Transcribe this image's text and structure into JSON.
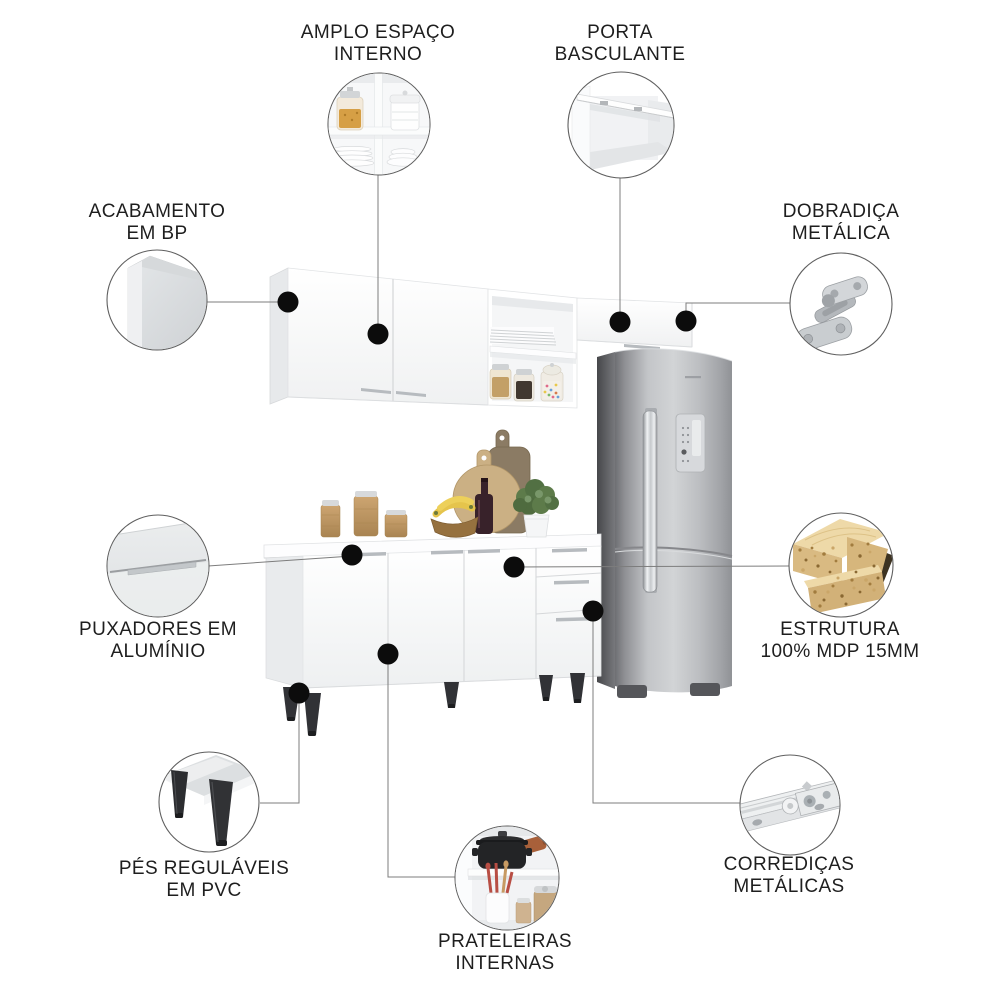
{
  "infographic": {
    "language": "pt-BR",
    "subject": "kitchen-cabinet-set-with-refrigerator"
  },
  "labels": {
    "amplo_espaco": {
      "line1": "AMPLO ESPAÇO",
      "line2": "INTERNO"
    },
    "porta_basculante": {
      "line1": "PORTA",
      "line2": "BASCULANTE"
    },
    "acabamento": {
      "line1": "ACABAMENTO",
      "line2": "EM BP"
    },
    "dobradica": {
      "line1": "DOBRADIÇA",
      "line2": "METÁLICA"
    },
    "puxadores": {
      "line1": "PUXADORES EM",
      "line2": "ALUMÍNIO"
    },
    "estrutura": {
      "line1": "ESTRUTURA",
      "line2": "100% MDP 15MM"
    },
    "pes": {
      "line1": "PÉS REGULÁVEIS",
      "line2": "EM PVC"
    },
    "prateleiras": {
      "line1": "PRATELEIRAS",
      "line2": "INTERNAS"
    },
    "corredicas": {
      "line1": "CORREDIÇAS",
      "line2": "METÁLICAS"
    }
  },
  "icons": {
    "amplo_espaco": "open-shelves-icon",
    "porta_basculante": "flip-up-door-icon",
    "acabamento": "bp-finish-panel-icon",
    "dobradica": "metal-hinge-icon",
    "puxadores": "aluminum-handle-icon",
    "estrutura": "mdp-board-icon",
    "pes": "pvc-adjustable-feet-icon",
    "prateleiras": "internal-shelves-icon",
    "corredicas": "metal-drawer-slide-icon"
  },
  "colors": {
    "background": "#ffffff",
    "text": "#1e1e1e",
    "connector_line": "#7d7d7d",
    "callout_dot": "#0c0c0c",
    "circle_stroke": "#5f5f5f",
    "cabinet_white": "#fbfcfd",
    "fridge_steel": "#c3c5c8",
    "fridge_side": "#55565a",
    "feet_black": "#2f3033",
    "wood_light": "#c9a36b",
    "mdp_particle": "#d8b77e",
    "plant_green": "#5d7b4a",
    "banana_yellow": "#e8c84e"
  }
}
